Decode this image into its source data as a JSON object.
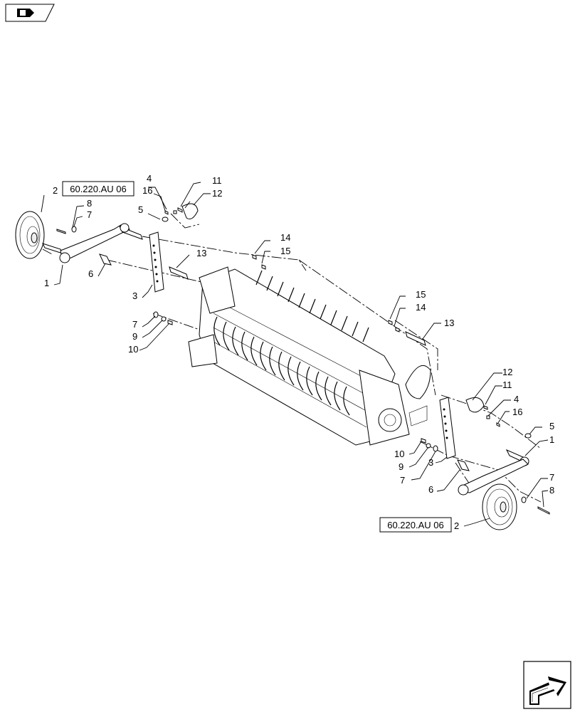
{
  "callouts": {
    "c1a": "1",
    "c2a": "2",
    "c3a": "3",
    "c4a": "4",
    "c5a": "5",
    "c6a": "6",
    "c7a": "7",
    "c7b": "7",
    "c8a": "8",
    "c9a": "9",
    "c10a": "10",
    "c11a": "11",
    "c12a": "12",
    "c13a": "13",
    "c14a": "14",
    "c15a": "15",
    "c16a": "16",
    "c1b": "1",
    "c2b": "2",
    "c3b": "3",
    "c4b": "4",
    "c5b": "5",
    "c6b": "6",
    "c7c": "7",
    "c7d": "7",
    "c8b": "8",
    "c9b": "9",
    "c10b": "10",
    "c11b": "11",
    "c12b": "12",
    "c13b": "13",
    "c14b": "14",
    "c15b": "15",
    "c16b": "16"
  },
  "references": {
    "ref_left": "60.220.AU 06",
    "ref_right": "60.220.AU 06"
  },
  "icons": {
    "top_left": "section-book-icon",
    "bottom_right": "next-page-arrow-icon"
  }
}
